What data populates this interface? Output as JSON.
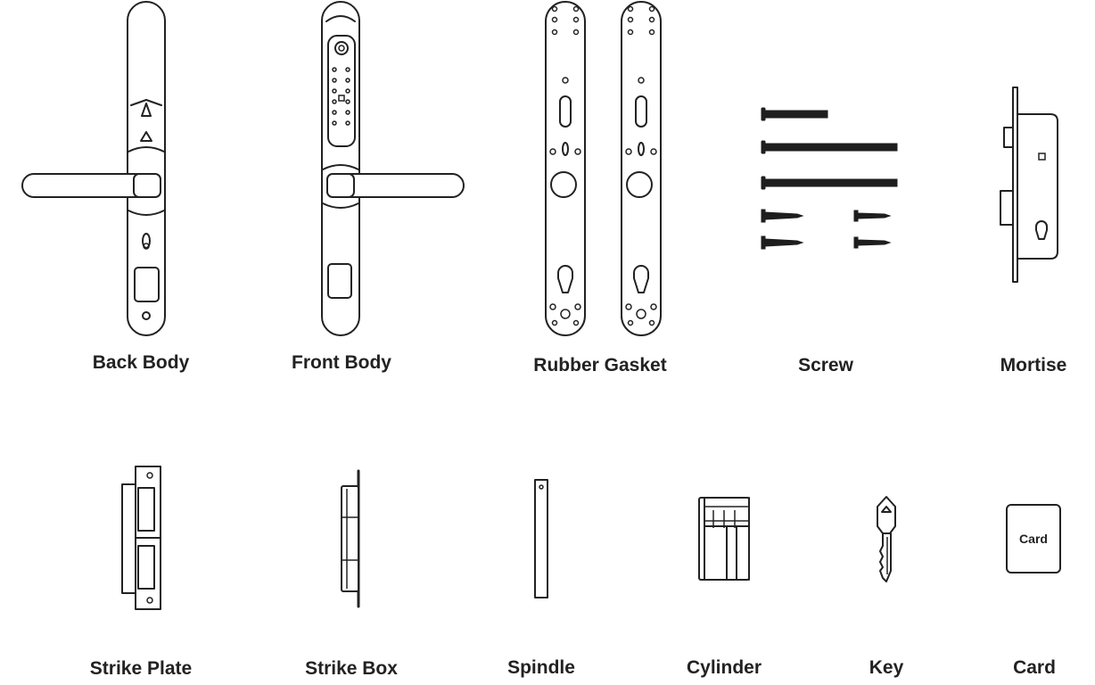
{
  "parts": {
    "back_body": "Back Body",
    "front_body": "Front Body",
    "rubber_gasket": "Rubber Gasket",
    "screw": "Screw",
    "mortise": "Mortise",
    "strike_plate": "Strike Plate",
    "strike_box": "Strike Box",
    "spindle": "Spindle",
    "cylinder": "Cylinder",
    "key": "Key",
    "card": "Card"
  },
  "card_face_text": "Card"
}
